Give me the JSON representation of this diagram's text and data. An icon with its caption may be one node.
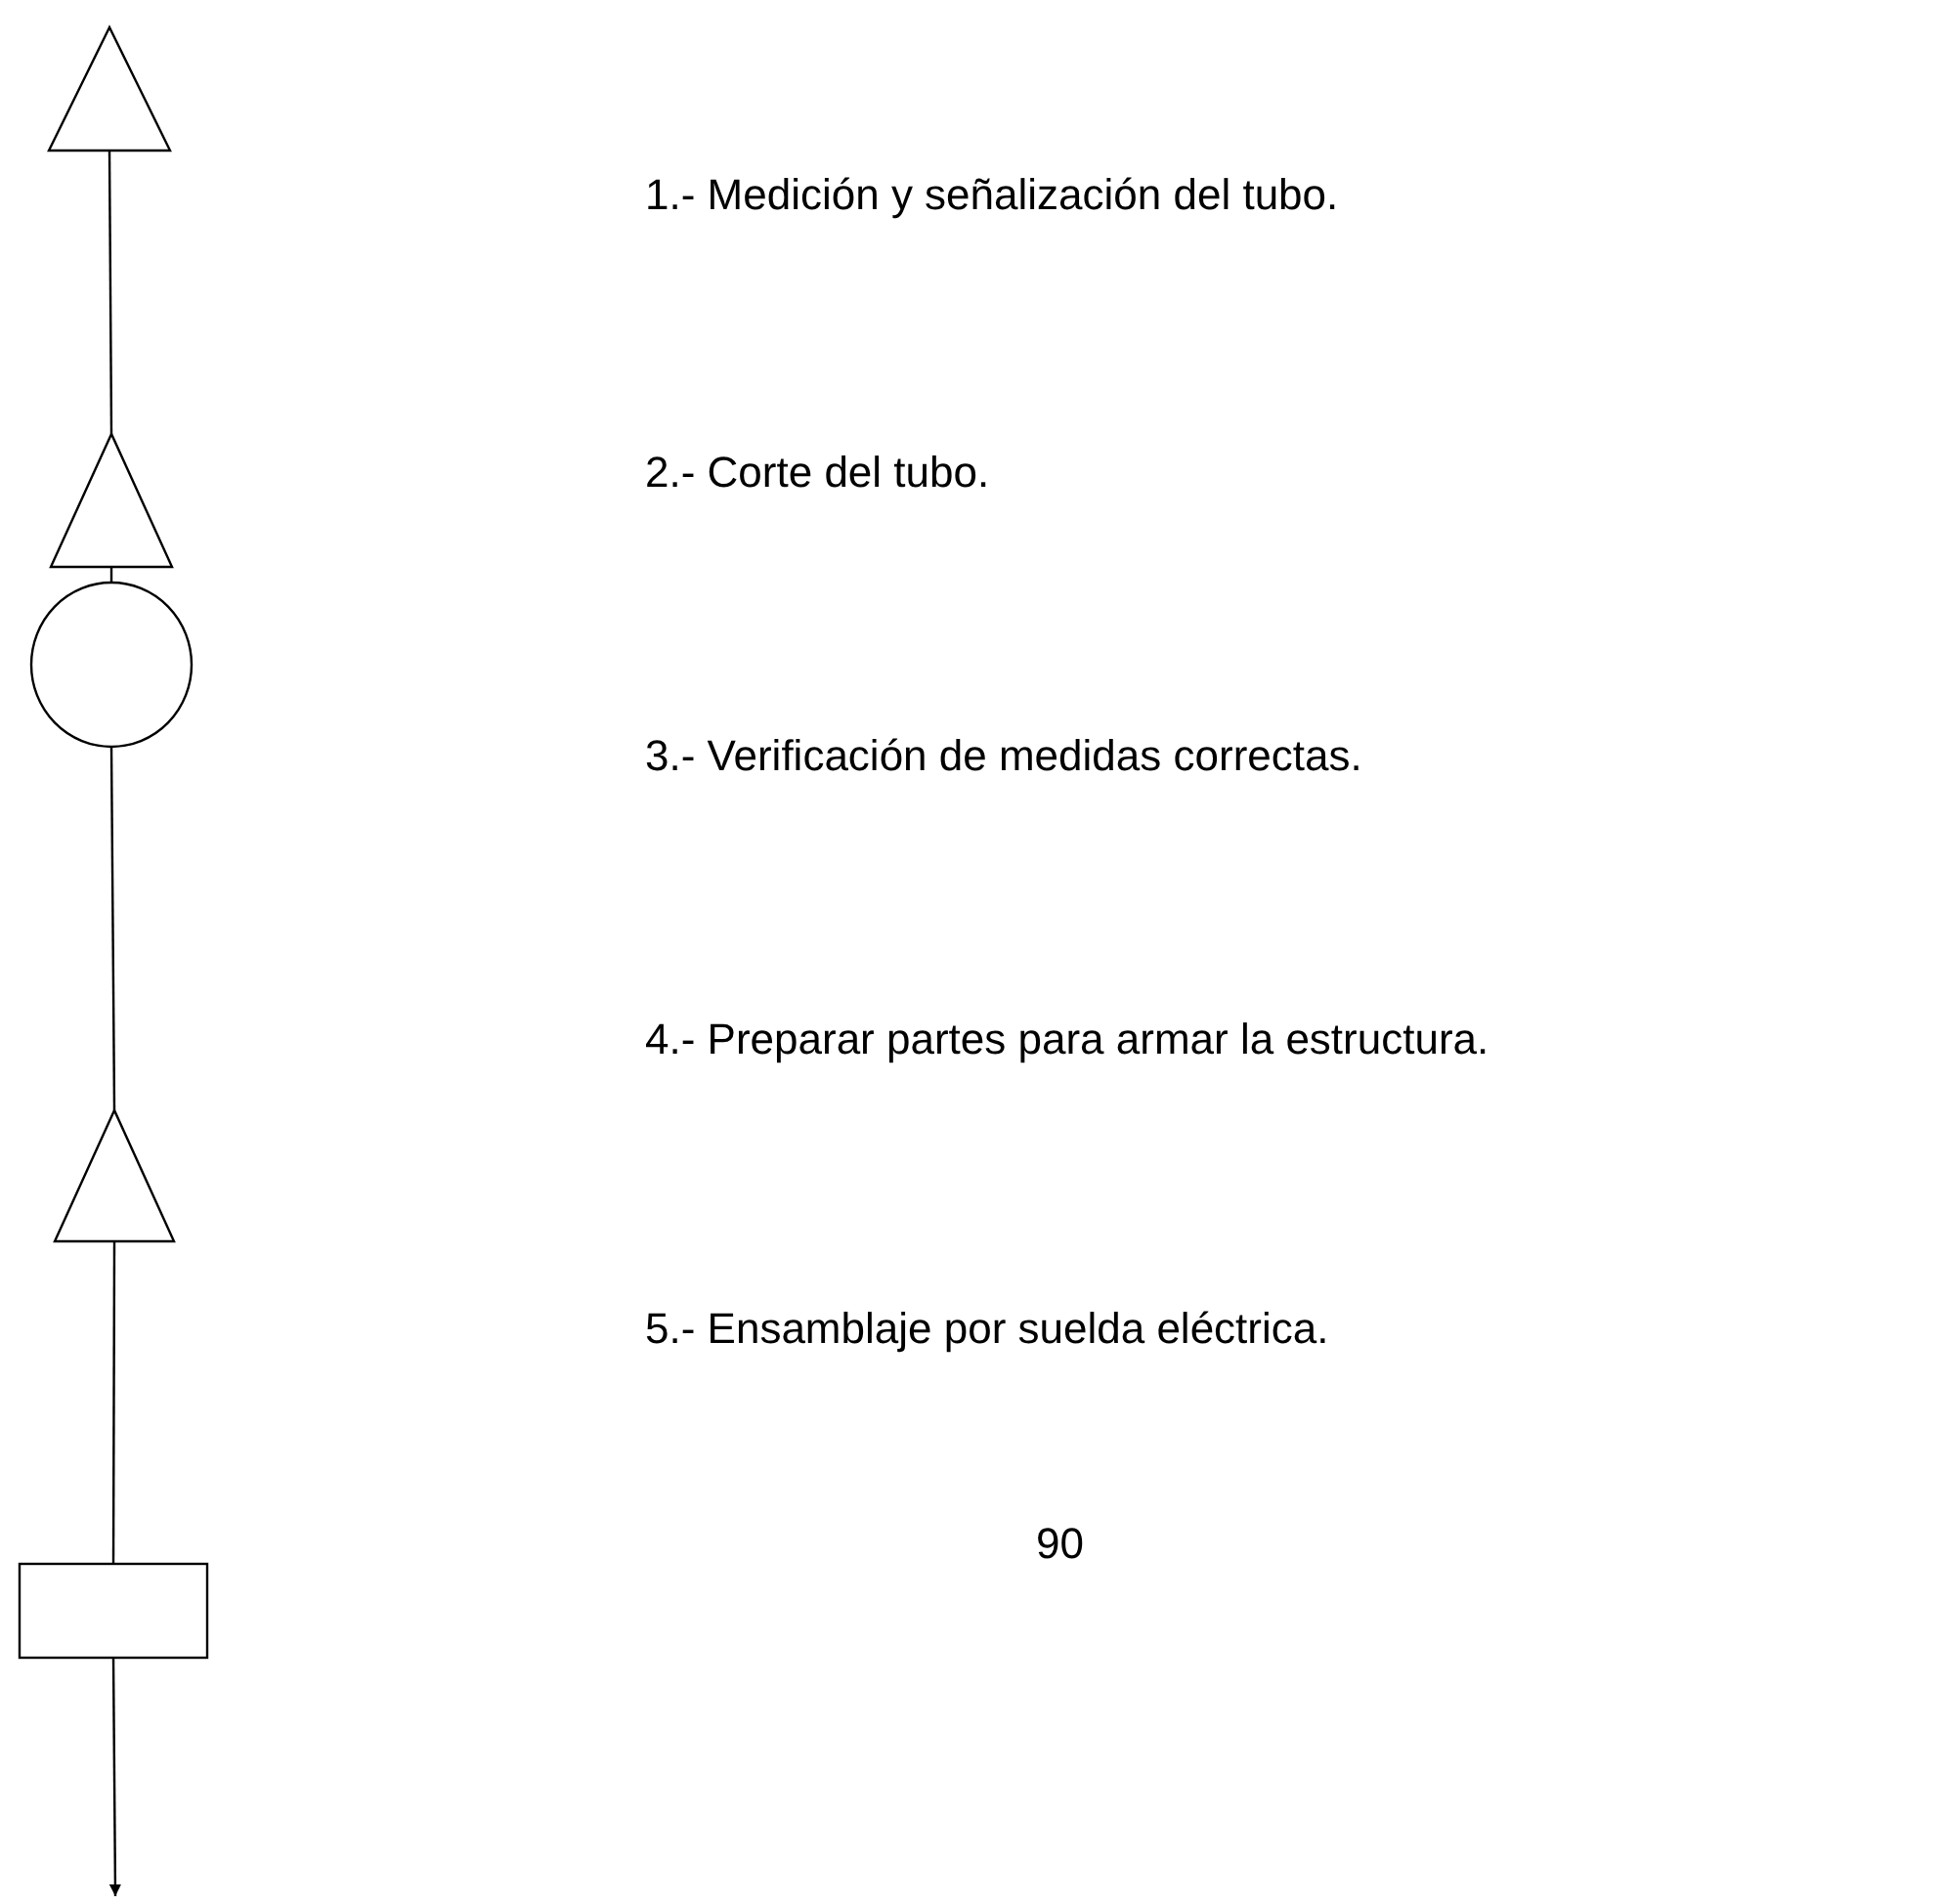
{
  "diagram": {
    "nodes": [
      {
        "text": [],
        "shape": "triangle"
      },
      {
        "text": [],
        "shape": "triangle"
      },
      {
        "text": [],
        "shape": "circle"
      },
      {
        "text": [],
        "shape": "triangle"
      },
      {
        "text": [],
        "shape": "box"
      }
    ],
    "edges": [
      {
        "from": 0,
        "to": 1,
        "arrow": "none"
      },
      {
        "from": 1,
        "to": 2,
        "arrow": "none"
      },
      {
        "from": 2,
        "to": 3,
        "arrow": "none"
      },
      {
        "from": 3,
        "to": 4,
        "arrow": "none"
      },
      {
        "from": 4,
        "to": null,
        "arrow": "to"
      }
    ],
    "labels": [
      "1.- Medición y señalización del tubo.",
      "2.- Corte del tubo.",
      "3.- Verificación de medidas correctas.",
      "4.- Preparar partes para armar la estructura.",
      "5.- Ensamblaje por suelda eléctrica.",
      "90"
    ]
  }
}
